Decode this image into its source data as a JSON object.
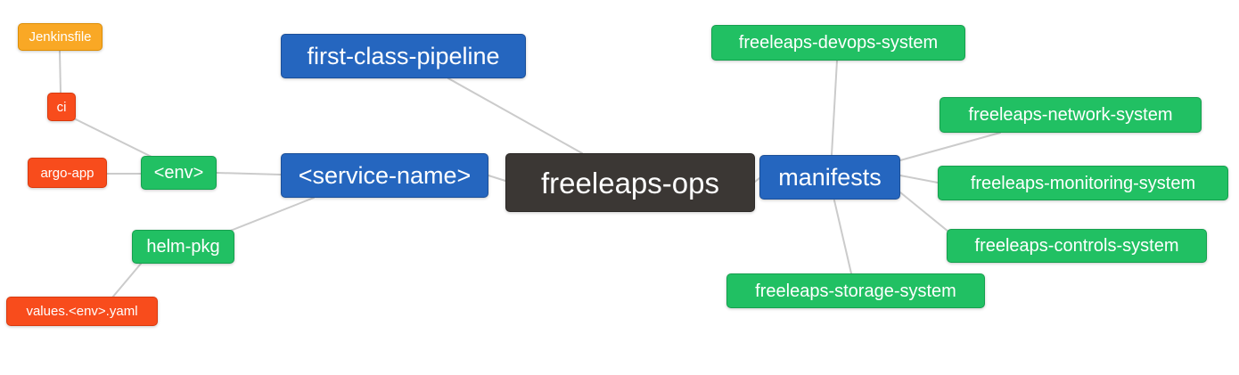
{
  "diagram_type": "mindmap",
  "background": "#FFFFFF",
  "edge_color": "#CBCBCB",
  "palette": {
    "root": "#3B3734",
    "branch": "#2566BF",
    "sub_branch": "#21C063",
    "leaf_red": "#F84C1C",
    "leaf_orange": "#F9A825",
    "text": "#FFFFFF"
  },
  "nodes": [
    {
      "id": "jenkinsfile",
      "label": "Jenkinsfile",
      "color": "#F9A825"
    },
    {
      "id": "ci",
      "label": "ci",
      "color": "#F84C1C"
    },
    {
      "id": "argo-app",
      "label": "argo-app",
      "color": "#F84C1C"
    },
    {
      "id": "env",
      "label": "<env>",
      "color": "#21C063"
    },
    {
      "id": "helm-pkg",
      "label": "helm-pkg",
      "color": "#21C063"
    },
    {
      "id": "values-env-yaml",
      "label": "values.<env>.yaml",
      "color": "#F84C1C"
    },
    {
      "id": "first-class-pipeline",
      "label": "first-class-pipeline",
      "color": "#2566BF"
    },
    {
      "id": "service-name",
      "label": "<service-name>",
      "color": "#2566BF"
    },
    {
      "id": "freeleaps-ops",
      "label": "freeleaps-ops",
      "color": "#3B3734"
    },
    {
      "id": "manifests",
      "label": "manifests",
      "color": "#2566BF"
    },
    {
      "id": "freeleaps-devops-system",
      "label": "freeleaps-devops-system",
      "color": "#21C063"
    },
    {
      "id": "freeleaps-network-system",
      "label": "freeleaps-network-system",
      "color": "#21C063"
    },
    {
      "id": "freeleaps-monitoring-system",
      "label": "freeleaps-monitoring-system",
      "color": "#21C063"
    },
    {
      "id": "freeleaps-controls-system",
      "label": "freeleaps-controls-system",
      "color": "#21C063"
    },
    {
      "id": "freeleaps-storage-system",
      "label": "freeleaps-storage-system",
      "color": "#21C063"
    }
  ],
  "edges": [
    {
      "from": "jenkinsfile",
      "to": "ci"
    },
    {
      "from": "ci",
      "to": "env"
    },
    {
      "from": "argo-app",
      "to": "env"
    },
    {
      "from": "env",
      "to": "service-name"
    },
    {
      "from": "service-name",
      "to": "helm-pkg"
    },
    {
      "from": "helm-pkg",
      "to": "values-env-yaml"
    },
    {
      "from": "first-class-pipeline",
      "to": "freeleaps-ops"
    },
    {
      "from": "service-name",
      "to": "freeleaps-ops"
    },
    {
      "from": "freeleaps-ops",
      "to": "manifests"
    },
    {
      "from": "manifests",
      "to": "freeleaps-devops-system"
    },
    {
      "from": "manifests",
      "to": "freeleaps-network-system"
    },
    {
      "from": "manifests",
      "to": "freeleaps-monitoring-system"
    },
    {
      "from": "manifests",
      "to": "freeleaps-controls-system"
    },
    {
      "from": "manifests",
      "to": "freeleaps-storage-system"
    }
  ]
}
